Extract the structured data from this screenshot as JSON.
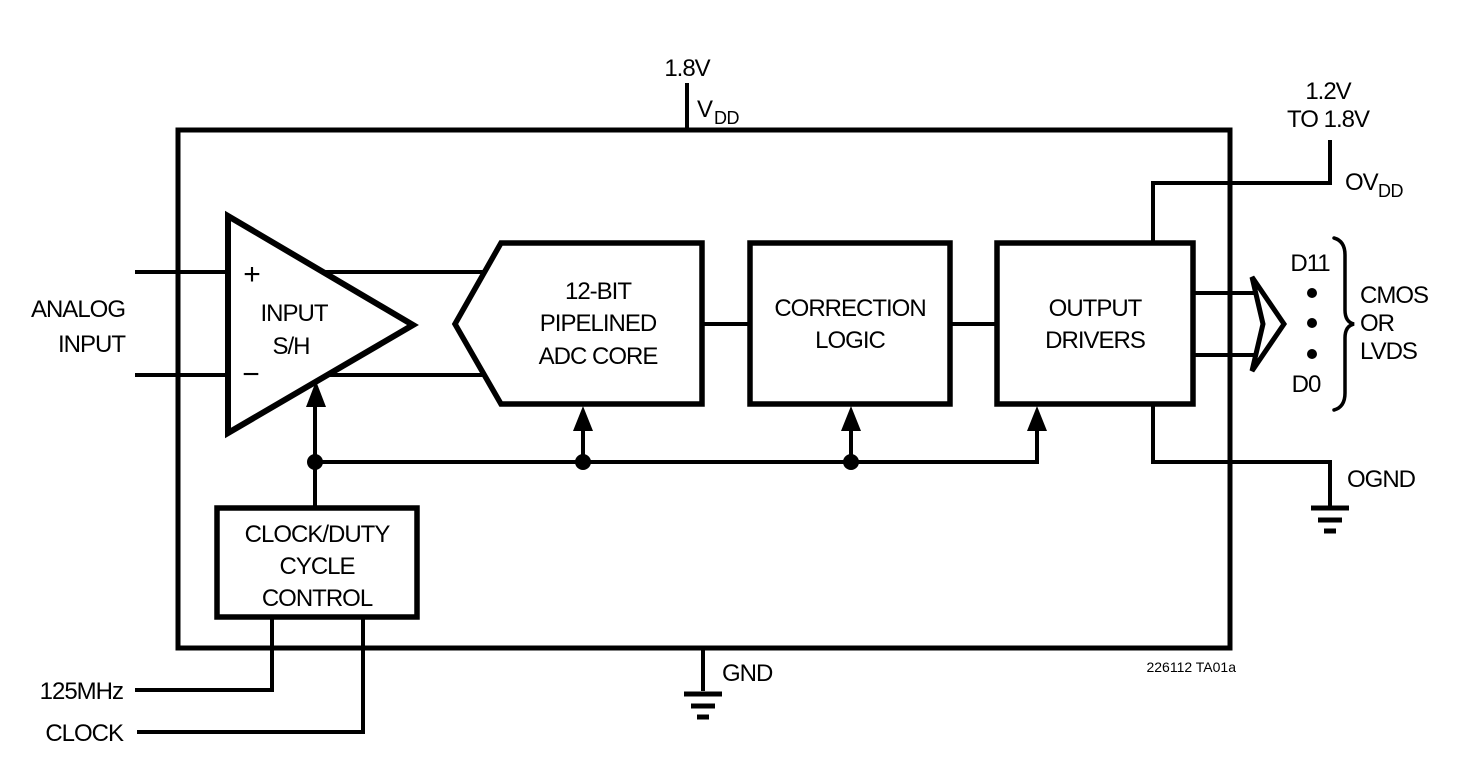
{
  "diagram": {
    "code": "226112 TA01a",
    "power": {
      "vdd_voltage": "1.8V",
      "vdd_label": "V",
      "vdd_sub": "DD",
      "ovdd_voltage_line1": "1.2V",
      "ovdd_voltage_line2": "TO 1.8V",
      "ovdd_label": "OV",
      "ovdd_sub": "DD",
      "gnd_label": "GND",
      "ognd_label": "OGND"
    },
    "inputs": {
      "analog_line1": "ANALOG",
      "analog_line2": "INPUT",
      "plus": "+",
      "minus": "−",
      "freq_label": "125MHz",
      "clock_label": "CLOCK"
    },
    "blocks": {
      "sample_hold": {
        "line1": "INPUT",
        "line2": "S/H"
      },
      "adc_core": {
        "line1": "12-BIT",
        "line2": "PIPELINED",
        "line3": "ADC CORE"
      },
      "correction": {
        "line1": "CORRECTION",
        "line2": "LOGIC"
      },
      "drivers": {
        "line1": "OUTPUT",
        "line2": "DRIVERS"
      },
      "clock_control": {
        "line1": "CLOCK/DUTY",
        "line2": "CYCLE",
        "line3": "CONTROL"
      }
    },
    "outputs": {
      "bit_high": "D11",
      "bit_low": "D0",
      "mode_line1": "CMOS",
      "mode_line2": "OR",
      "mode_line3": "LVDS"
    },
    "colors": {
      "line": "#000000",
      "background": "#ffffff"
    }
  }
}
